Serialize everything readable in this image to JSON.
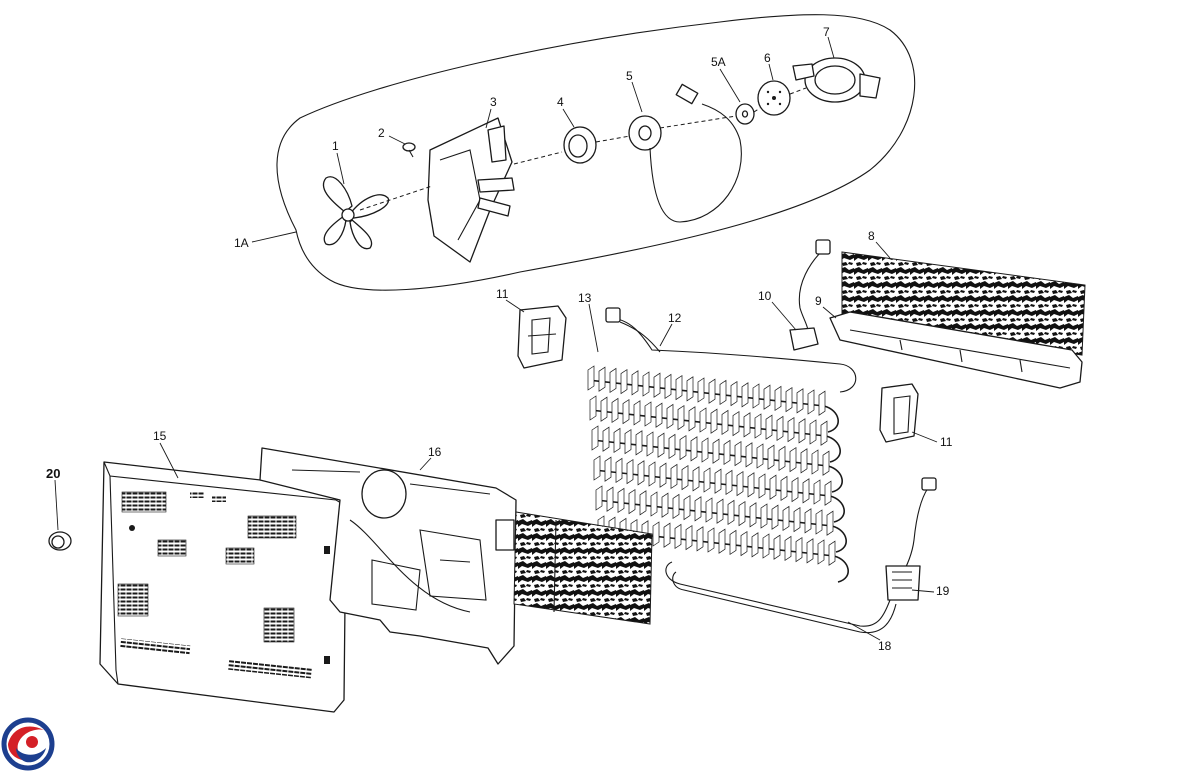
{
  "diagram": {
    "callouts": {
      "c1": "1",
      "c1a": "1A",
      "c2": "2",
      "c3": "3",
      "c4": "4",
      "c5": "5",
      "c5a": "5A",
      "c6": "6",
      "c7": "7",
      "c8": "8",
      "c9": "9",
      "c10": "10",
      "c11a": "11",
      "c11b": "11",
      "c12": "12",
      "c13": "13",
      "c15": "15",
      "c16": "16",
      "c18": "18",
      "c19": "19",
      "c20": "20"
    },
    "colors": {
      "logo_red": "#d42027",
      "logo_blue": "#1d3f8f",
      "ink": "#1a1a1a",
      "paper": "#ffffff"
    }
  }
}
